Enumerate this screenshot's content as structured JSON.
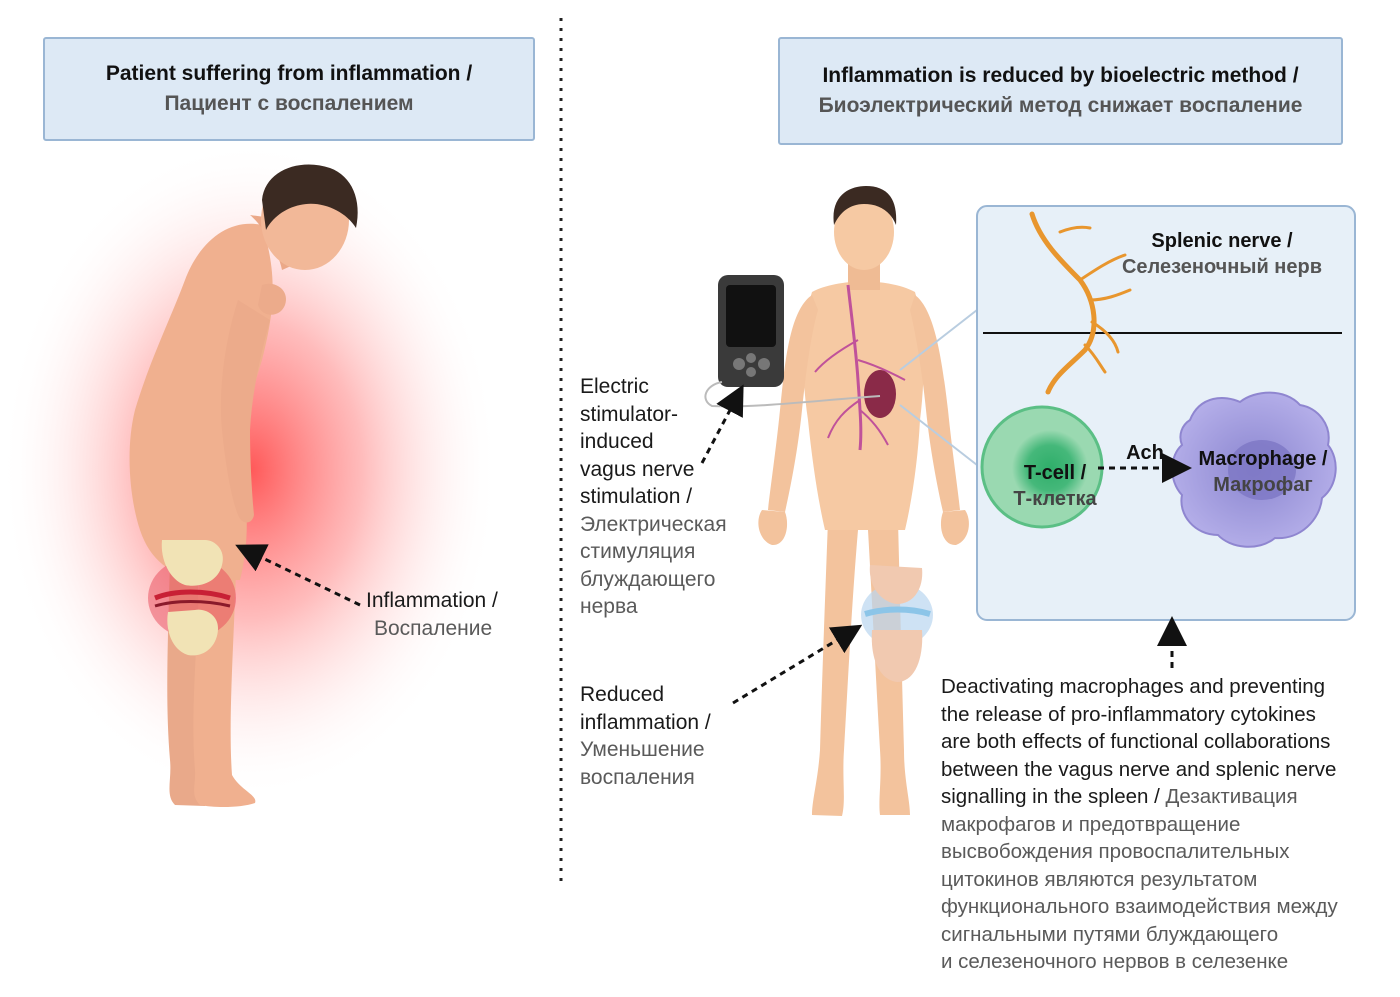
{
  "left_panel": {
    "title_en": "Patient suffering from inflammation /",
    "title_ru": "Пациент с воспалением",
    "inflammation_label_en": "Inflammation /",
    "inflammation_label_ru": "Воспаление"
  },
  "right_panel": {
    "title_en": "Inflammation is reduced by bioelectric method /",
    "title_ru": "Биоэлектрический метод снижает воспаление",
    "stimulator_label_en": [
      "Electric",
      "stimulator-",
      "induced",
      "vagus nerve",
      "stimulation /"
    ],
    "stimulator_label_ru": [
      "Электрическая",
      "стимуляция",
      "блуждающего",
      "нерва"
    ],
    "reduced_label_en": [
      "Reduced",
      "inflammation /"
    ],
    "reduced_label_ru": [
      "Уменьшение",
      "воспаления"
    ],
    "inset": {
      "nerve_en": "Splenic nerve /",
      "nerve_ru": "Селезеночный нерв",
      "tcell_en": "T-cell /",
      "tcell_ru": "Т-клетка",
      "ach": "Ach",
      "macrophage_en": "Macrophage /",
      "macrophage_ru": "Макрофаг"
    },
    "description_en": [
      "Deactivating macrophages and preventing",
      "the release of pro-inflammatory cytokines",
      "are both effects of functional collaborations",
      "between the vagus nerve and splenic nerve",
      "signalling in the spleen /"
    ],
    "description_ru_first": "Дезактивация",
    "description_ru": [
      "макрофагов и предотвращение",
      "высвобождения провоспалительных",
      "цитокинов являются результатом",
      "функционального взаимодействия между",
      "сигнальными путями блуждающего",
      "и селезеночного нервов в селезенке"
    ]
  },
  "colors": {
    "title_bg": "#dde9f5",
    "title_border": "#9ab6d4",
    "skin": "#f3c39d",
    "inflammation_glow": "#ff4a4a",
    "nerve": "#e8962e",
    "tcell": "#5bbf85",
    "macrophage": "#9b93d9",
    "vessel": "#c0529a"
  }
}
